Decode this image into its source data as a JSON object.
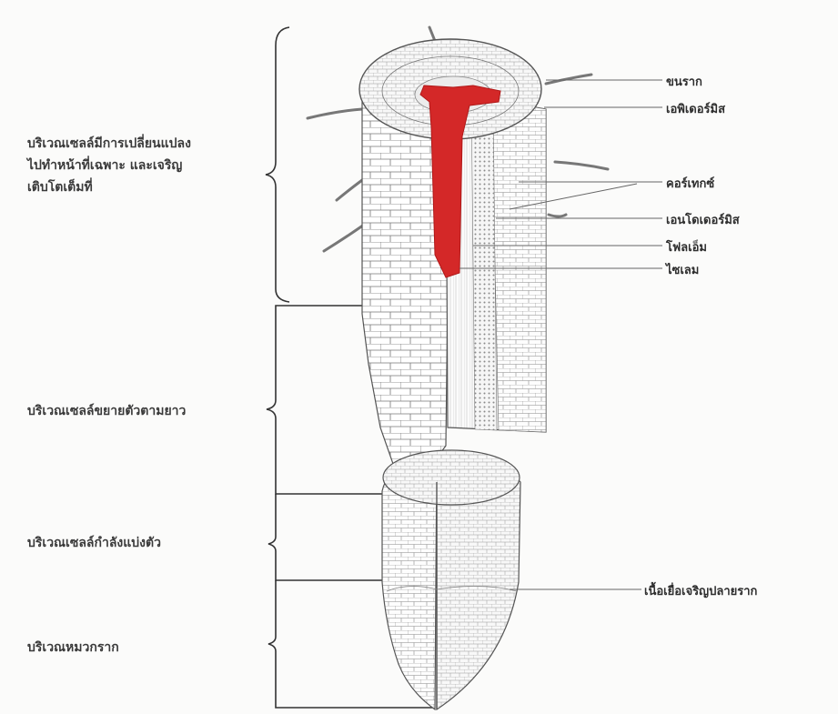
{
  "zones": [
    {
      "id": "maturation",
      "lines": [
        "บริเวณเซลล์มีการเปลี่ยนแปลง",
        "ไปทำหน้าที่เฉพาะ และเจริญ",
        "เติบโตเต็มที่"
      ]
    },
    {
      "id": "elongation",
      "lines": [
        "บริเวณเซลล์ขยายตัวตามยาว"
      ]
    },
    {
      "id": "division",
      "lines": [
        "บริเวณเซลล์กำลังแบ่งตัว"
      ]
    },
    {
      "id": "root-cap",
      "lines": [
        "บริเวณหมวกราก"
      ]
    }
  ],
  "parts": {
    "root_hair": "ขนราก",
    "epidermis": "เอพิเดอร์มิส",
    "cortex": "คอร์เทกซ์",
    "endodermis": "เอนโดเดอร์มิส",
    "phloem": "โฟลเอ็ม",
    "xylem": "ไซเลม",
    "apical_meristem": "เนื้อเยื่อเจริญปลายราก"
  },
  "colors": {
    "vascular": "#d42828",
    "line": "#555555",
    "background": "#fbfbfa"
  }
}
